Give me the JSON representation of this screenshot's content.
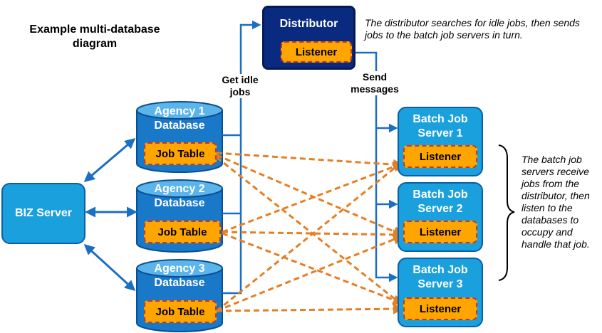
{
  "title": {
    "line1": "Example multi-database",
    "line2": "diagram"
  },
  "distributor": {
    "label": "Distributor",
    "listener": "Listener"
  },
  "notes": {
    "top": "The distributor searches for idle jobs, then sends jobs to the batch job servers in turn.",
    "right": "The batch job servers receive jobs from the distributor, then listen to the databases to occupy and handle that job."
  },
  "labels": {
    "get_idle_jobs": [
      "Get idle",
      "jobs"
    ],
    "send_messages": [
      "Send",
      "messages"
    ]
  },
  "biz_server": {
    "label": "BIZ Server"
  },
  "databases": [
    {
      "line1": "Agency 1",
      "line2": "Database",
      "table": "Job Table"
    },
    {
      "line1": "Agency 2",
      "line2": "Database",
      "table": "Job Table"
    },
    {
      "line1": "Agency 3",
      "line2": "Database",
      "table": "Job Table"
    }
  ],
  "servers": [
    {
      "line1": "Batch Job",
      "line2": "Server 1",
      "listener": "Listener"
    },
    {
      "line1": "Batch Job",
      "line2": "Server 2",
      "listener": "Listener"
    },
    {
      "line1": "Batch Job",
      "line2": "Server 3",
      "listener": "Listener"
    }
  ],
  "colors": {
    "blue": "#1aa0dd",
    "navy": "#0a2a80",
    "orange": "#ffa500",
    "arrow": "#1a6fc4",
    "dashed": "#e67e22"
  }
}
